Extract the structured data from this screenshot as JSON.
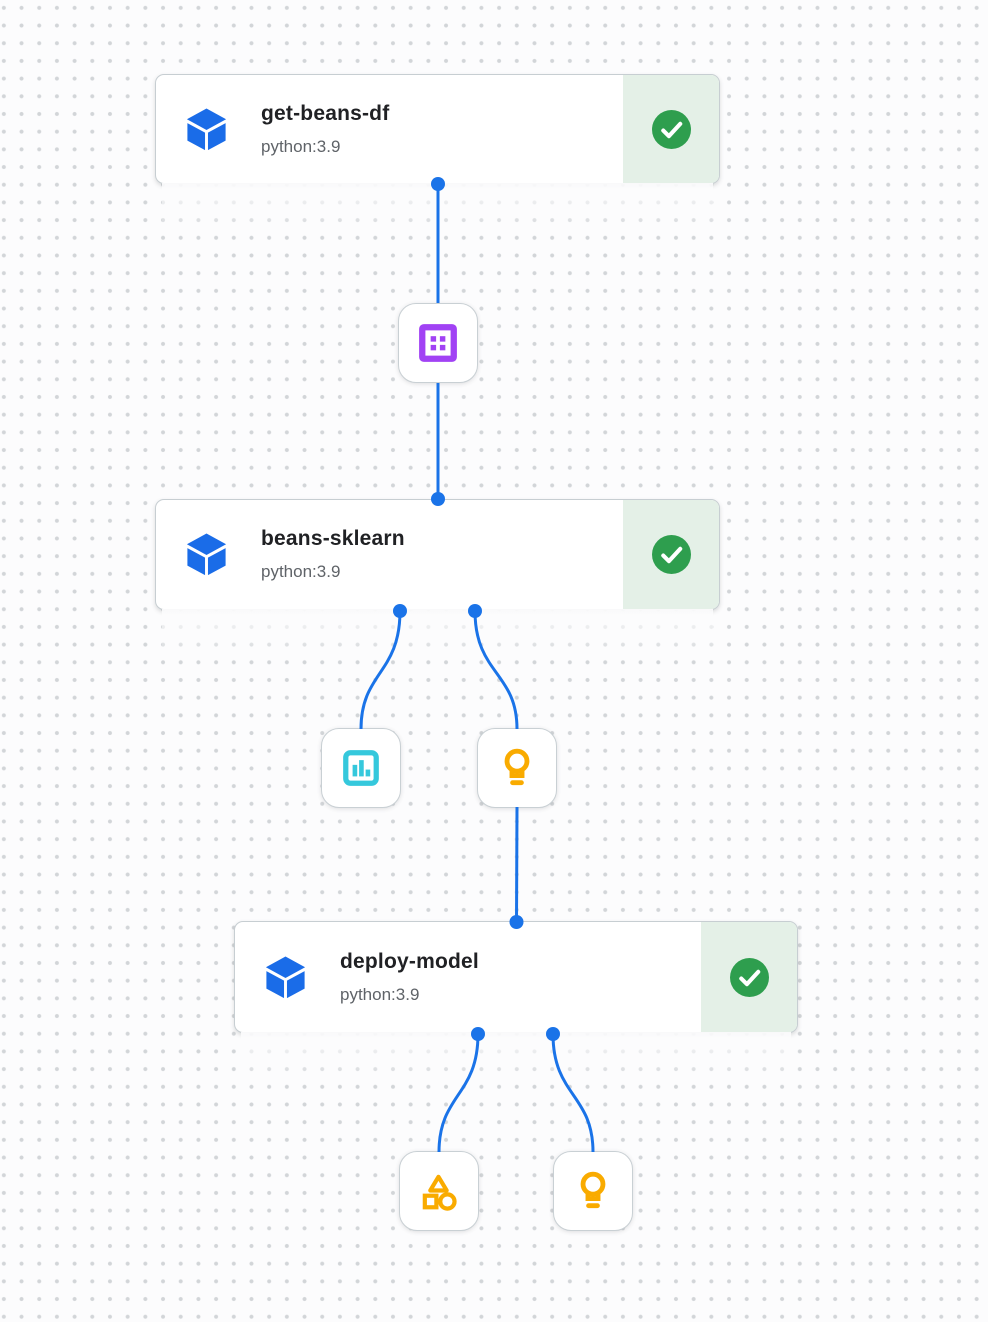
{
  "pipeline": {
    "tasks": [
      {
        "title": "get-beans-df",
        "subtitle": "python:3.9",
        "status": "Succeeded",
        "task_icon": "cube-icon",
        "status_icon": "check-circle-icon"
      },
      {
        "title": "beans-sklearn",
        "subtitle": "python:3.9",
        "status": "Succeeded",
        "task_icon": "cube-icon",
        "status_icon": "check-circle-icon"
      },
      {
        "title": "deploy-model",
        "subtitle": "python:3.9",
        "status": "Succeeded",
        "task_icon": "cube-icon",
        "status_icon": "check-circle-icon"
      }
    ],
    "artifacts": [
      {
        "name": "dataset-artifact",
        "icon": "dataset-icon",
        "color": "#a142f4"
      },
      {
        "name": "metrics-artifact",
        "icon": "metrics-icon",
        "color": "#35c8dc"
      },
      {
        "name": "model-artifact-1",
        "icon": "lightbulb-icon",
        "color": "#f9ab00"
      },
      {
        "name": "generic-artifact",
        "icon": "shapes-icon",
        "color": "#f9ab00"
      },
      {
        "name": "model-artifact-2",
        "icon": "lightbulb-icon",
        "color": "#f9ab00"
      }
    ],
    "edges": [
      {
        "from": "get-beans-df",
        "to": "dataset-artifact"
      },
      {
        "from": "dataset-artifact",
        "to": "beans-sklearn"
      },
      {
        "from": "beans-sklearn",
        "to": "metrics-artifact"
      },
      {
        "from": "beans-sklearn",
        "to": "model-artifact-1"
      },
      {
        "from": "model-artifact-1",
        "to": "deploy-model"
      },
      {
        "from": "deploy-model",
        "to": "generic-artifact"
      },
      {
        "from": "deploy-model",
        "to": "model-artifact-2"
      }
    ],
    "colors": {
      "edge_blue": "#1a73e8",
      "task_icon_blue": "#1a6ce8",
      "status_green": "#2e9e4e",
      "status_section_bg": "#e4f0e7",
      "dataset_purple": "#a142f4",
      "metrics_cyan": "#35c8dc",
      "model_amber": "#f9ab00",
      "canvas_background": "#fcfcfd",
      "grid_dot": "#d2d5d8"
    }
  }
}
